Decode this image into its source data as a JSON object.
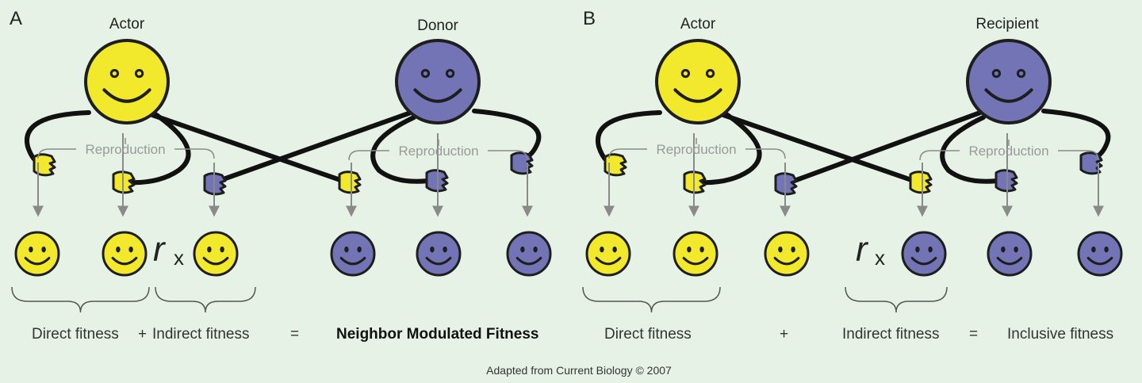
{
  "panels": [
    {
      "letter": "A",
      "left_role": "Actor",
      "right_role": "Donor",
      "reproduction_left": "Reproduction",
      "reproduction_right": "Reproduction",
      "r_symbol": "r",
      "times_symbol": "x",
      "equation": {
        "direct": "Direct fitness",
        "plus": "+",
        "indirect": "Indirect fitness",
        "equals": "=",
        "result": "Neighbor Modulated Fitness"
      }
    },
    {
      "letter": "B",
      "left_role": "Actor",
      "right_role": "Recipient",
      "reproduction_left": "Reproduction",
      "reproduction_right": "Reproduction",
      "r_symbol": "r",
      "times_symbol": "x",
      "equation": {
        "direct": "Direct fitness",
        "plus": "+",
        "indirect": "Indirect fitness",
        "equals": "=",
        "result": "Inclusive fitness"
      }
    }
  ],
  "credit": "Adapted from Current Biology © 2007",
  "colors": {
    "actor": "#f2e82c",
    "partner": "#7274b6",
    "outline": "#1e1e1e",
    "arrow": "#8a8a8a",
    "background": "#e7f2e6"
  }
}
